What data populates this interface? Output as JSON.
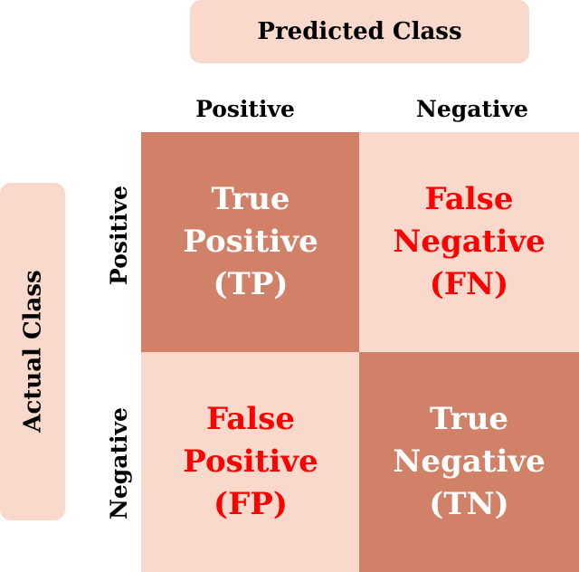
{
  "header": {
    "predicted_title": "Predicted Class",
    "actual_title": "Actual Class"
  },
  "columns": {
    "positive": "Positive",
    "negative": "Negative"
  },
  "rows": {
    "positive": "Positive",
    "negative": "Negative"
  },
  "cells": {
    "tp": {
      "line1": "True",
      "line2": "Positive",
      "line3": "(TP)"
    },
    "fn": {
      "line1": "False",
      "line2": "Negative",
      "line3": "(FN)"
    },
    "fp": {
      "line1": "False",
      "line2": "Positive",
      "line3": "(FP)"
    },
    "tn": {
      "line1": "True",
      "line2": "Negative",
      "line3": "(TN)"
    }
  },
  "colors": {
    "dark_cell": "#d08168",
    "light_cell": "#f8d9cb",
    "true_text": "#ffffff",
    "false_text": "#ff0000"
  }
}
